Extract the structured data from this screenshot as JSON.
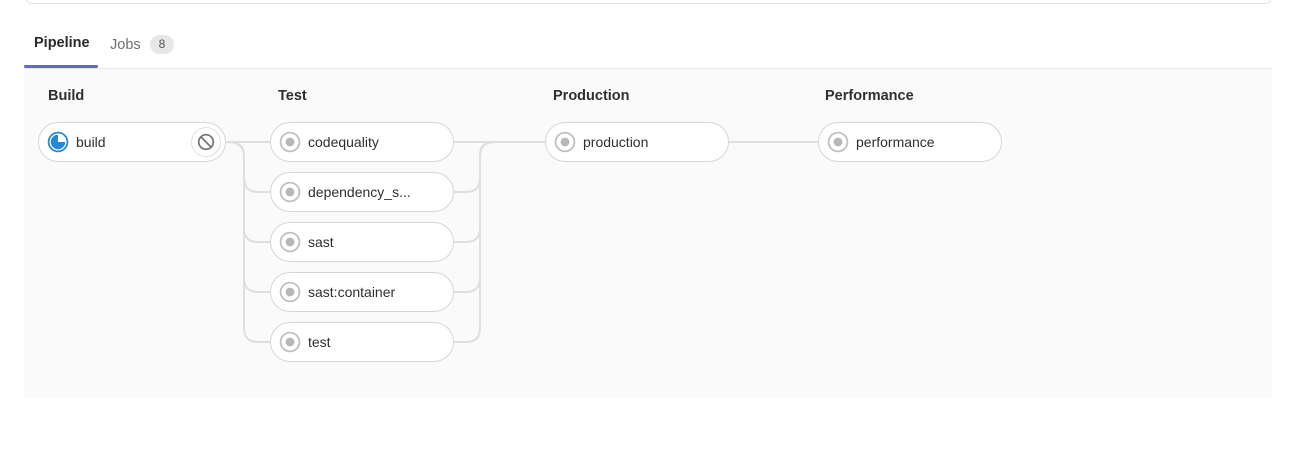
{
  "tabs": {
    "pipeline": {
      "label": "Pipeline",
      "active": true
    },
    "jobs": {
      "label": "Jobs",
      "badge": "8",
      "active": false
    }
  },
  "stages": [
    {
      "title": "Build",
      "jobs": [
        {
          "label": "build",
          "status": "running",
          "action": "cancel"
        }
      ]
    },
    {
      "title": "Test",
      "jobs": [
        {
          "label": "codequality",
          "status": "created"
        },
        {
          "label": "dependency_s...",
          "status": "created"
        },
        {
          "label": "sast",
          "status": "created"
        },
        {
          "label": "sast:container",
          "status": "created"
        },
        {
          "label": "test",
          "status": "created"
        }
      ]
    },
    {
      "title": "Production",
      "jobs": [
        {
          "label": "production",
          "status": "created"
        }
      ]
    },
    {
      "title": "Performance",
      "jobs": [
        {
          "label": "performance",
          "status": "created"
        }
      ]
    }
  ],
  "icons": {
    "running": "running-status-icon",
    "created": "created-status-icon",
    "cancel": "cancel-ban-icon"
  },
  "colors": {
    "tab_active_underline": "#6666c4",
    "status_running_blue": "#2688d9",
    "status_created_gray": "#bfbfbf",
    "connector_line": "#dfdfdf",
    "graph_background": "#fafafa",
    "pill_border": "#d6d6d6"
  }
}
